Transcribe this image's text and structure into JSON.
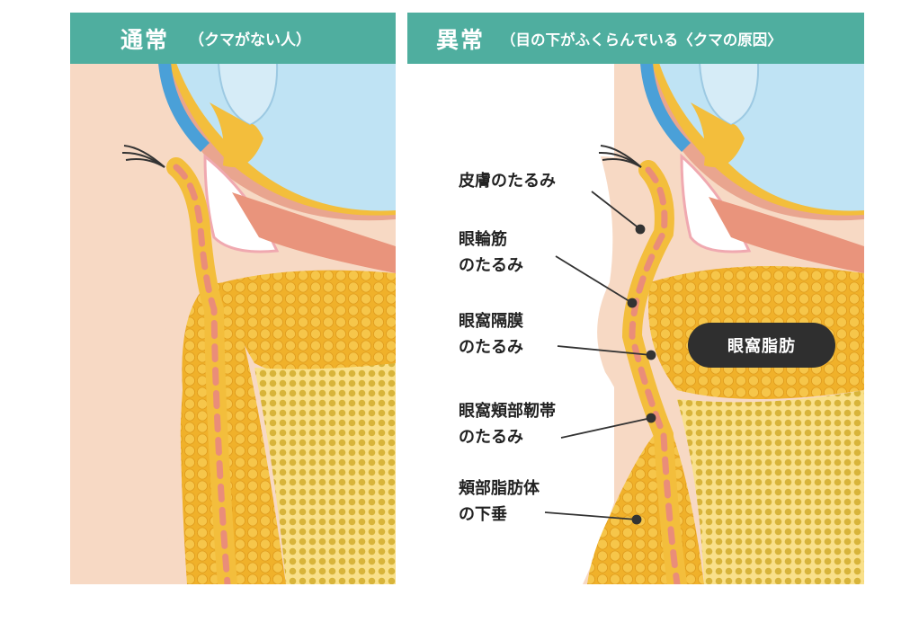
{
  "panels": [
    {
      "title": "通常",
      "subtitle": "（クマがない人）"
    },
    {
      "title": "異常",
      "subtitle": "（目の下がふくらんでいる〈クマの原因〉"
    }
  ],
  "callouts": [
    {
      "line1": "皮膚のたるみ",
      "line2": ""
    },
    {
      "line1": "眼輪筋",
      "line2": "のたるみ"
    },
    {
      "line1": "眼窩隔膜",
      "line2": "のたるみ"
    },
    {
      "line1": "眼窩頬部靭帯",
      "line2": "のたるみ"
    },
    {
      "line1": "頬部脂肪体",
      "line2": "の下垂"
    }
  ],
  "fat_label": "眼窩脂肪",
  "colors": {
    "header": "#4fae9f",
    "skin": "#f7d9c4",
    "fat": "#f3be3c",
    "fat_light": "#f9e08a",
    "muscle": "#ee9a82",
    "eye": "#bfe3f4",
    "pill": "#2f2f2f"
  }
}
